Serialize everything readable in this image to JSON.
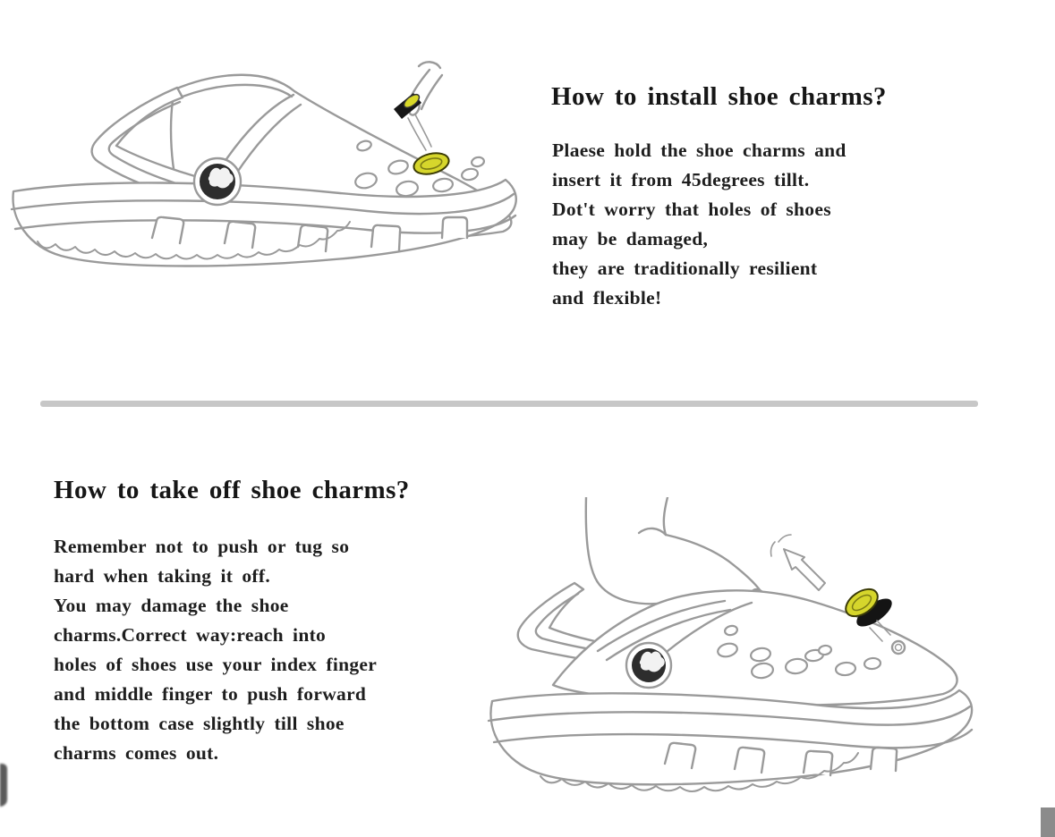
{
  "install_section": {
    "title": "How to install shoe charms?",
    "body": "Plaese hold the shoe charms and\ninsert it from 45degrees tillt.\nDot't worry that holes of shoes\nmay be damaged,\nthey are traditionally resilient\nand flexible!",
    "illustration": "clog-shoe-line-drawing-hand-inserting-yellow-charm-at-45-degrees"
  },
  "remove_section": {
    "title": "How to take off shoe charms?",
    "body": "Remember not to push or tug so\nhard when taking it off.\nYou may damage the shoe\ncharms.Correct way:reach into\nholes of shoes use your index finger\nand middle finger to push forward\nthe bottom case slightly till shoe\ncharms comes out.",
    "illustration": "clog-shoe-line-drawing-finger-pushing-charm-out-with-arrow"
  },
  "colors": {
    "text": "#1b1b1b",
    "line_art_gray": "#999999",
    "divider_gray": "#c7c7c7",
    "charm_yellow": "#d6d62c",
    "charm_black": "#141414",
    "logo_badge_dark": "#2d2d2d"
  }
}
